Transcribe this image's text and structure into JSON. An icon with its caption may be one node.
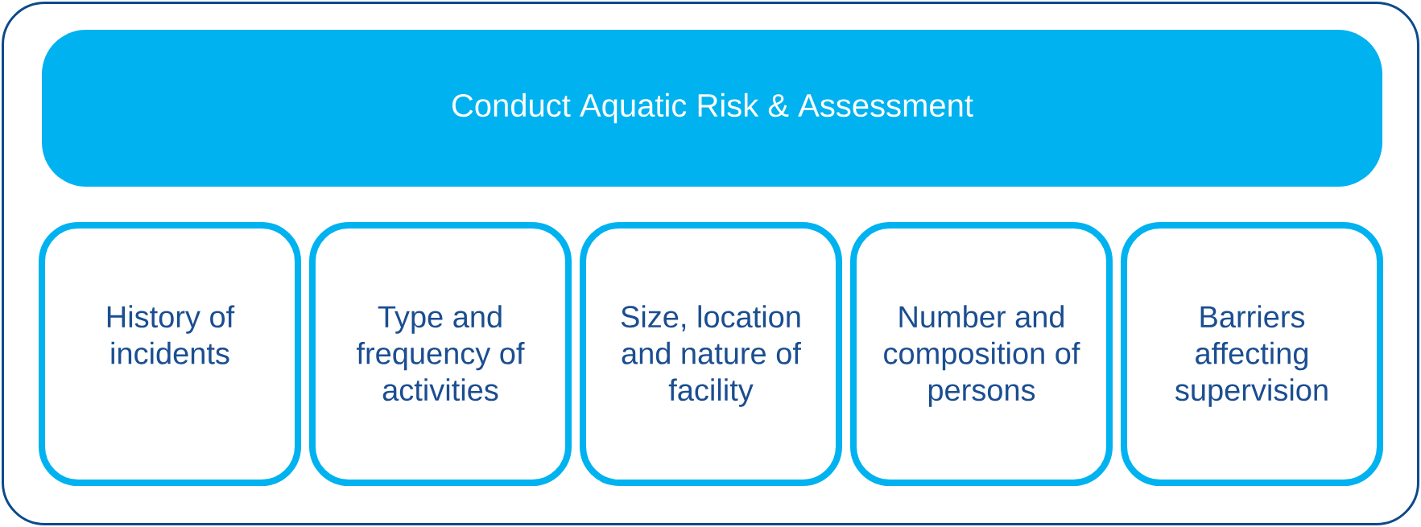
{
  "diagram": {
    "nodes": [
      {
        "text": [],
        "shape": "box"
      },
      {
        "text": [
          "Conduct Aquatic Risk & Assessment"
        ],
        "in": 0
      },
      {
        "text": [
          "History of incidents"
        ],
        "in": 0
      },
      {
        "text": [
          "Type and frequency of activities"
        ],
        "in": 0
      },
      {
        "text": [
          "Size, location and nature of facility"
        ],
        "in": 0
      },
      {
        "text": [
          "Number and composition of persons"
        ],
        "in": 0
      },
      {
        "text": [
          "Barriers affecting supervision"
        ],
        "in": 0
      }
    ]
  }
}
